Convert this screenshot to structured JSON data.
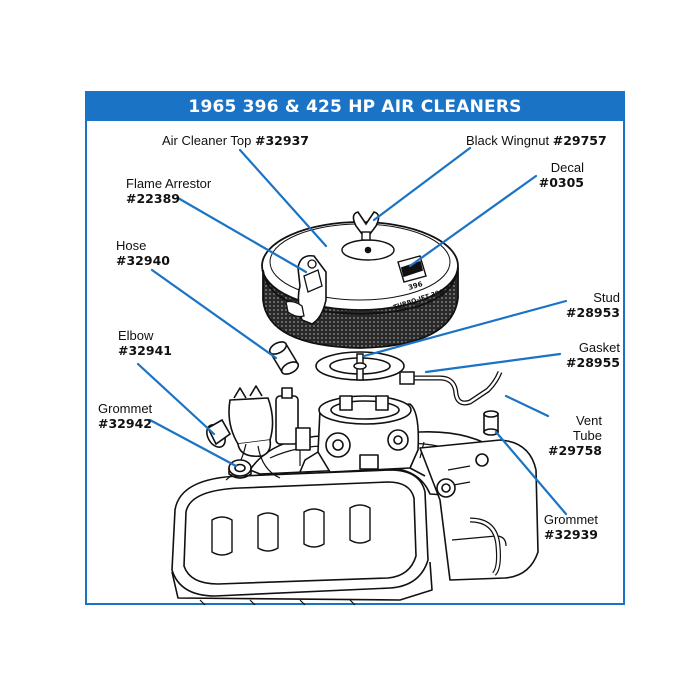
{
  "title": "1965 396 & 425 HP AIR CLEANERS",
  "colors": {
    "accent": "#1a73c4",
    "leader": "#1a73c4",
    "ink": "#111111"
  },
  "labels": {
    "air_cleaner_top": {
      "name": "Air Cleaner Top",
      "part": "#32937"
    },
    "black_wingnut": {
      "name": "Black Wingnut",
      "part": "#29757"
    },
    "decal": {
      "name": "Decal",
      "part": "#0305"
    },
    "flame_arrestor": {
      "name": "Flame Arrestor",
      "part": "#22389"
    },
    "hose": {
      "name": "Hose",
      "part": "#32940"
    },
    "stud": {
      "name": "Stud",
      "part": "#28953"
    },
    "elbow": {
      "name": "Elbow",
      "part": "#32941"
    },
    "gasket": {
      "name": "Gasket",
      "part": "#28955"
    },
    "grommet_left": {
      "name": "Grommet",
      "part": "#32942"
    },
    "vent_tube": {
      "name_line1": "Vent",
      "name_line2": "Tube",
      "part": "#29758"
    },
    "grommet_right": {
      "name": "Grommet",
      "part": "#32939"
    }
  },
  "decal_text": {
    "line1": "396",
    "line2": "TURBO-JET 396"
  }
}
